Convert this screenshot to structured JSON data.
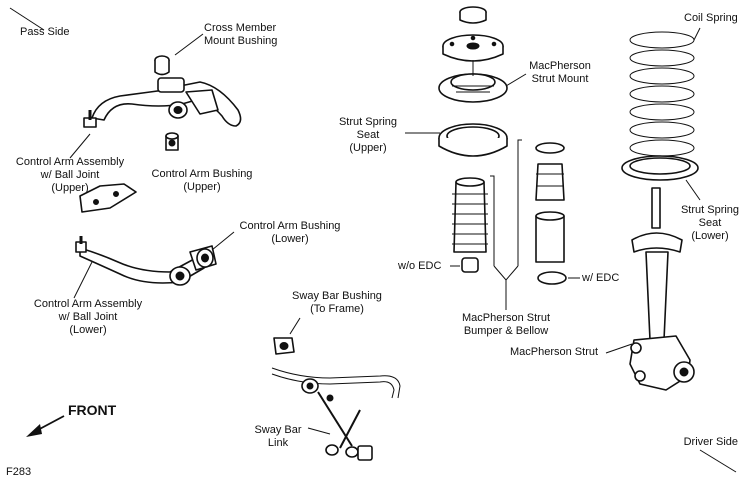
{
  "labels": {
    "pass_side": "Pass Side",
    "driver_side": "Driver Side",
    "front": "FRONT",
    "figure_id": "F283",
    "cross_member_mount_bushing": "Cross Member\nMount Bushing",
    "control_arm_assembly_upper": "Control Arm Assembly\nw/ Ball Joint\n(Upper)",
    "control_arm_bushing_upper": "Control Arm Bushing\n(Upper)",
    "control_arm_bushing_lower": "Control Arm Bushing\n(Lower)",
    "control_arm_assembly_lower": "Control Arm Assembly\nw/ Ball Joint\n(Lower)",
    "sway_bar_bushing": "Sway Bar Bushing\n(To Frame)",
    "sway_bar_link": "Sway Bar\nLink",
    "macpherson_strut_mount": "MacPherson\nStrut Mount",
    "strut_spring_seat_upper": "Strut Spring\nSeat\n(Upper)",
    "wo_edc": "w/o EDC",
    "w_edc": "w/ EDC",
    "macpherson_strut_bumper_bellow": "MacPherson Strut\nBumper & Bellow",
    "macpherson_strut": "MacPherson Strut",
    "coil_spring": "Coil Spring",
    "strut_spring_seat_lower": "Strut Spring\nSeat\n(Lower)"
  }
}
